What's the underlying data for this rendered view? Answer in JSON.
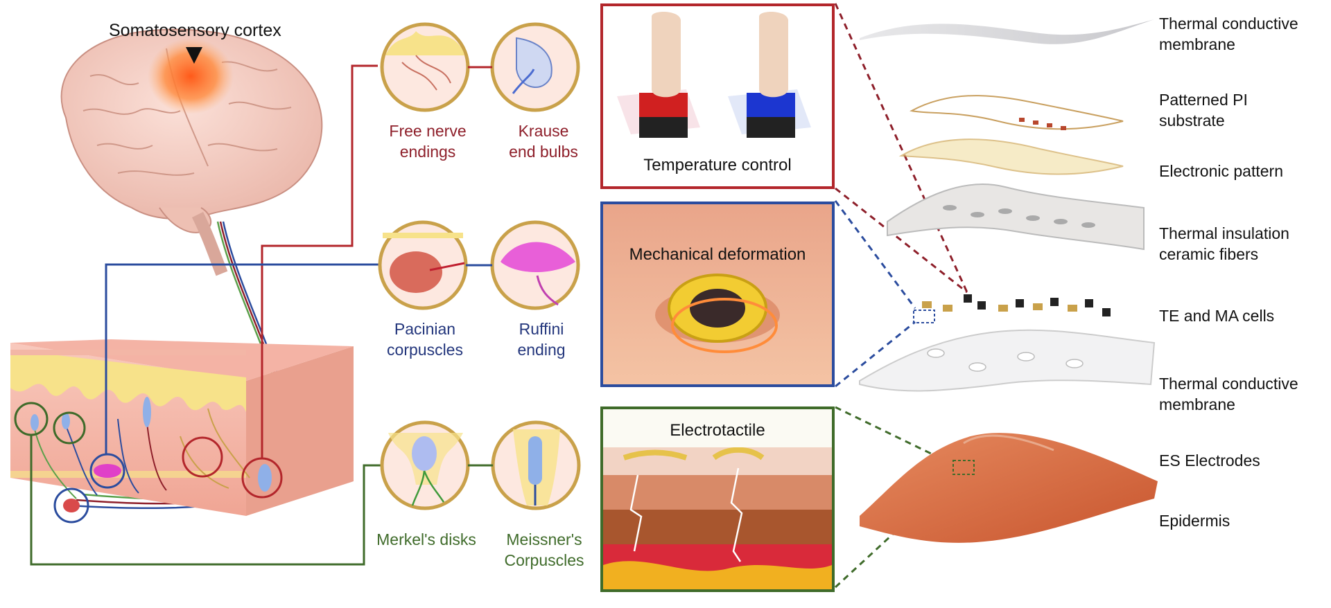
{
  "brain": {
    "label": "Somatosensory cortex"
  },
  "receptors": {
    "free_nerve": "Free nerve\nendings",
    "krause": "Krause\nend bulbs",
    "pacinian": "Pacinian\ncorpuscles",
    "ruffini": "Ruffini\nending",
    "merkel": "Merkel's disks",
    "meissner": "Meissner's\nCorpuscles"
  },
  "panels": {
    "temperature": "Temperature control",
    "mechanical": "Mechanical deformation",
    "electro": "Electrotactile"
  },
  "layers": {
    "l1": "Thermal conductive\nmembrane",
    "l2": "Patterned PI\nsubstrate",
    "l3": "Electronic pattern",
    "l4": "Thermal insulation\nceramic fibers",
    "l5": "TE and MA cells",
    "l6": "Thermal conductive\nmembrane",
    "l7": "ES Electrodes",
    "l8": "Epidermis"
  },
  "colors": {
    "red": "#b3262b",
    "blue": "#2b4c9e",
    "green": "#3f6b2a",
    "receptor_ring": "#c9a14a"
  }
}
